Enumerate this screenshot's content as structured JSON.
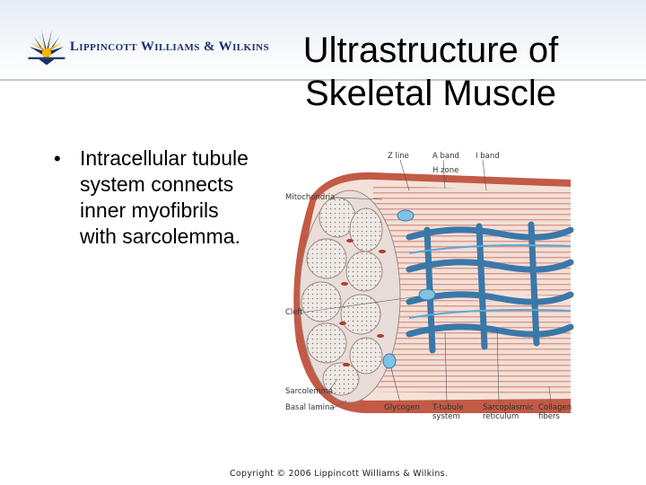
{
  "header": {
    "logo_text": "Lippincott Williams & Wilkins",
    "logo_icon": "sunburst-logo-icon"
  },
  "slide": {
    "title_line1": "Ultrastructure of",
    "title_line2": "Skeletal Muscle",
    "bullet": "Intracellular tubule system connects inner myofibrils with sarcolemma."
  },
  "figure": {
    "labels": {
      "z_line": "Z line",
      "a_band": "A band",
      "i_band": "I band",
      "h_zone": "H zone",
      "mitochondria": "Mitochondria",
      "cleft": "Cleft",
      "sarcolemma": "Sarcolemma",
      "basal_lamina": "Basal lamina",
      "glycogen": "Glycogen",
      "t_tubule_1": "T-tubule",
      "t_tubule_2": "system",
      "sarcoplasmic_1": "Sarcoplasmic",
      "sarcoplasmic_2": "reticulum",
      "collagen_1": "Collagen",
      "collagen_2": "fibers"
    }
  },
  "footer": {
    "copyright": "Copyright © 2006 Lippincott Williams & Wilkins."
  },
  "colors": {
    "brand_navy": "#1c2f6b",
    "logo_gold": "#f2b705",
    "tubule_blue": "#3a78a8",
    "sarcolemma_red": "#b44a3c"
  }
}
